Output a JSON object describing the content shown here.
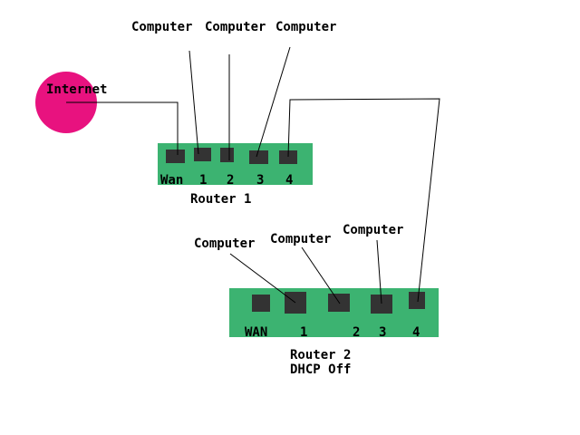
{
  "colors": {
    "internet": "#E8127F",
    "router": "#3CB371",
    "port": "#333333",
    "line": "#000000",
    "background": "#FFFFFF"
  },
  "internet": {
    "label": "Internet"
  },
  "router1": {
    "name": "Router 1",
    "ports": [
      "Wan",
      "1",
      "2",
      "3",
      "4"
    ],
    "computers": [
      "Computer",
      "Computer",
      "Computer"
    ]
  },
  "router2": {
    "name": "Router 2",
    "note": "DHCP Off",
    "ports": [
      "WAN",
      "1",
      "2",
      "3",
      "4"
    ],
    "computers": [
      "Computer",
      "Computer",
      "Computer"
    ]
  }
}
